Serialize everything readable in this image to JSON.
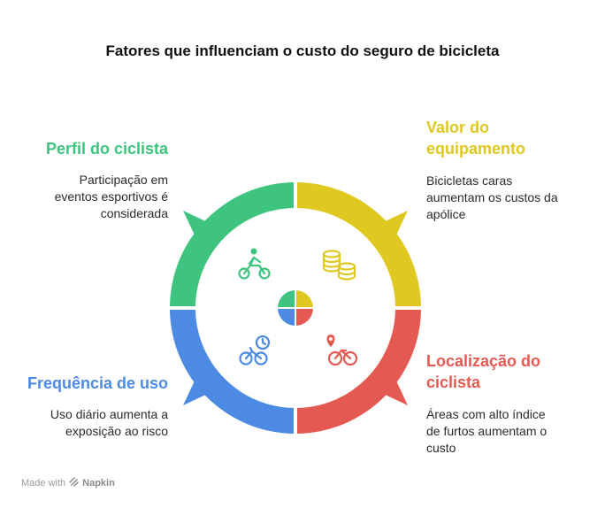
{
  "title": "Fatores que influenciam o custo do seguro de bicicleta",
  "colors": {
    "green": "#3fc47f",
    "yellow": "#dfc81f",
    "red": "#e45a52",
    "blue": "#4c8ae4"
  },
  "segments": [
    {
      "key": "perfil",
      "heading_lines": [
        "Perfil do ciclista"
      ],
      "description_lines": [
        "Participação em",
        "eventos esportivos é",
        "considerada"
      ],
      "icon": "cyclist-icon"
    },
    {
      "key": "valor",
      "heading_lines": [
        "Valor do",
        "equipamento"
      ],
      "description_lines": [
        "Bicicletas caras",
        "aumentam os custos da",
        "apólice"
      ],
      "icon": "coins-icon"
    },
    {
      "key": "localizacao",
      "heading_lines": [
        "Localização do",
        "ciclista"
      ],
      "description_lines": [
        "Áreas com alto índice",
        "de furtos aumentam o",
        "custo"
      ],
      "icon": "location-bike-icon"
    },
    {
      "key": "frequencia",
      "heading_lines": [
        "Frequência de uso"
      ],
      "description_lines": [
        "Uso diário aumenta a",
        "exposição ao risco"
      ],
      "icon": "clock-bike-icon"
    }
  ],
  "footer": {
    "prefix": "Made with",
    "brand": "Napkin"
  }
}
